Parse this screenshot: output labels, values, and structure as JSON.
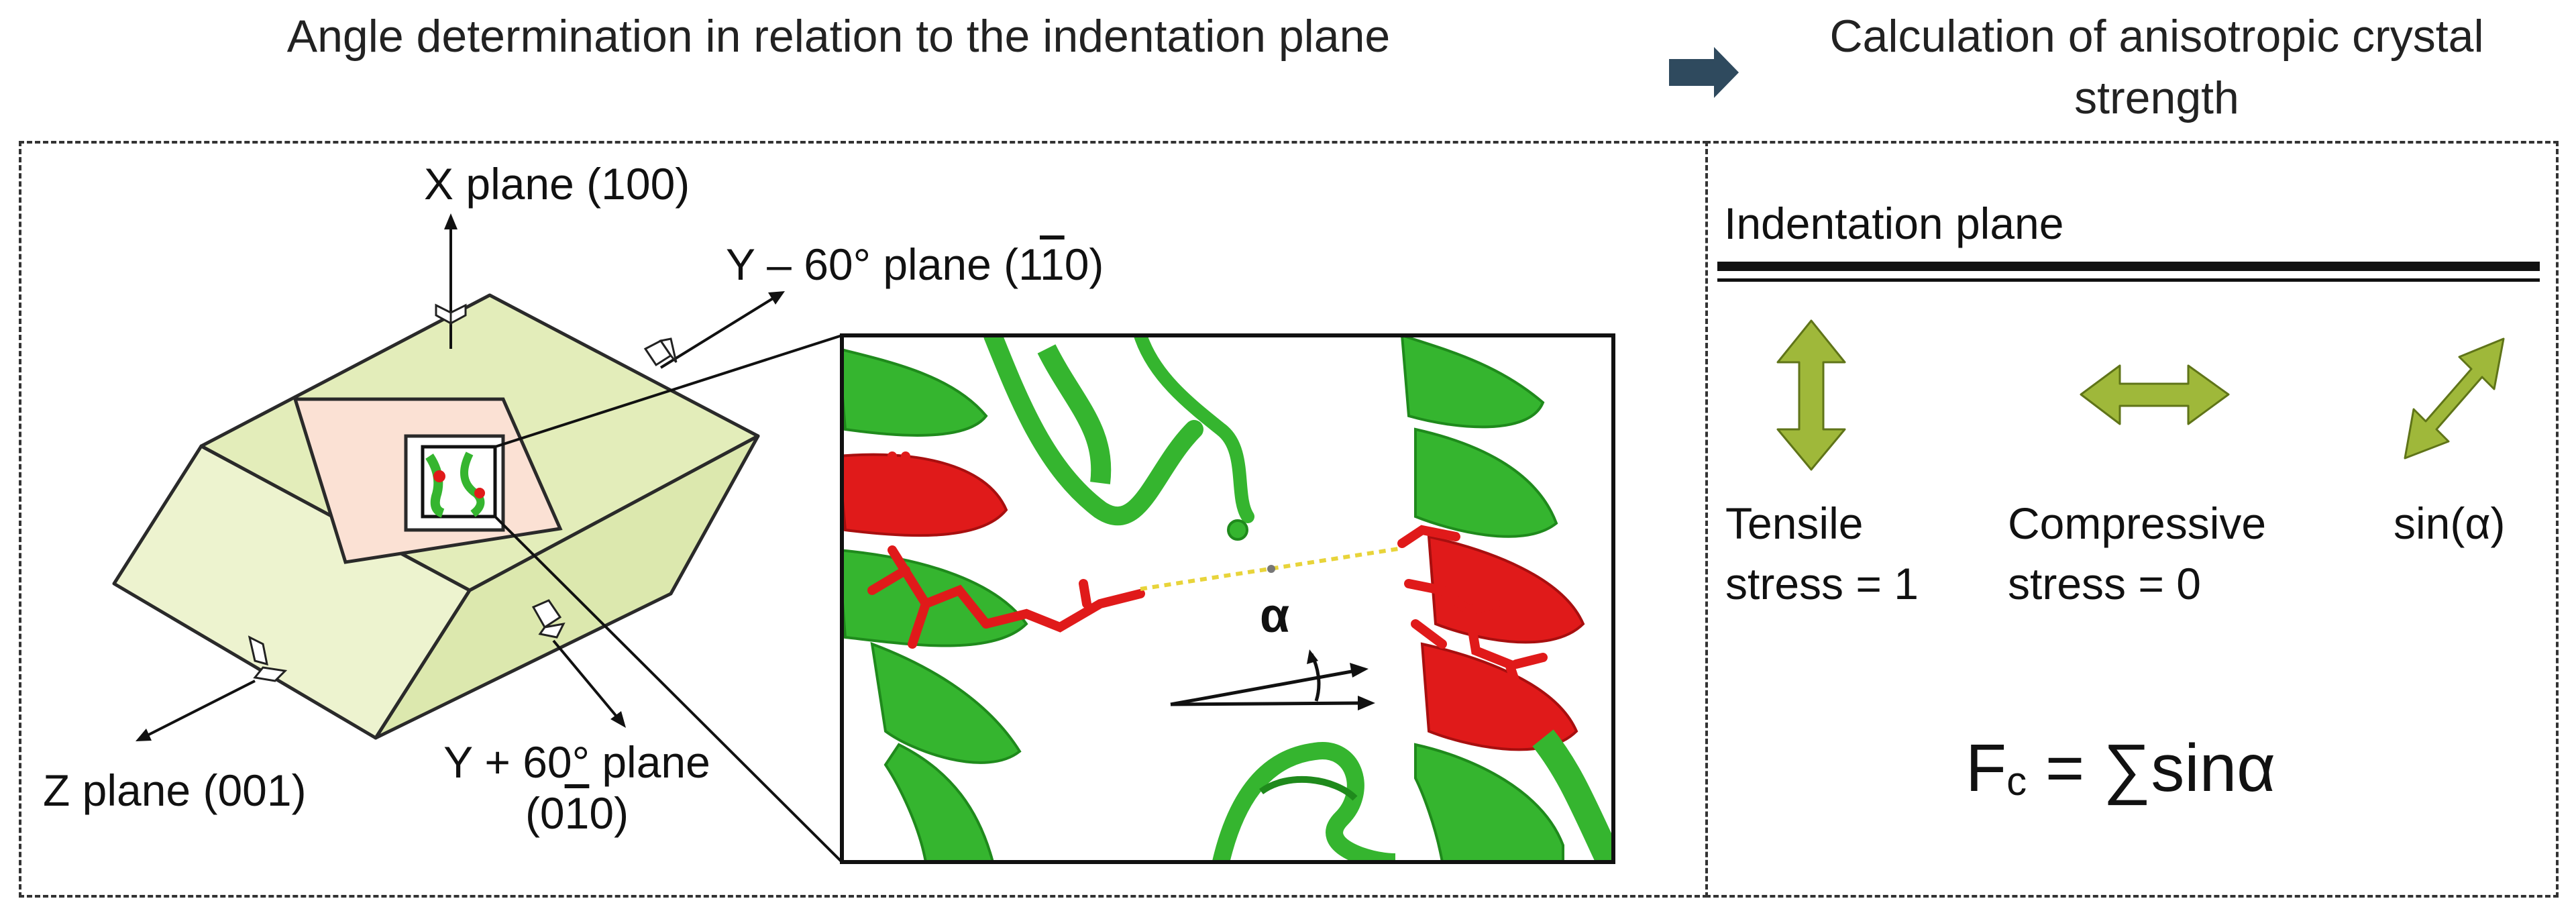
{
  "left_panel": {
    "title": "Angle determination in relation to the indentation plane",
    "labels": {
      "x_plane": "X plane (100)",
      "y_minus_prefix": "Y – 60° plane (1",
      "y_minus_bar": "1",
      "y_minus_suffix": "0)",
      "z_plane": "Z plane (001)",
      "y_plus_line1": "Y + 60° plane",
      "y_plus_prefix": "(0",
      "y_plus_bar": "1",
      "y_plus_suffix": "0)",
      "alpha": "α"
    }
  },
  "right_panel": {
    "title": "Calculation of anisotropic crystal strength",
    "indentation_plane": "Indentation plane",
    "tensile_line1": "Tensile",
    "tensile_line2": "stress = 1",
    "compressive_line1": "Compressive",
    "compressive_line2": "stress = 0",
    "sin_alpha": "sin(α)",
    "formula_main": "F",
    "formula_sub": "c",
    "formula_rest": " = ∑sinα"
  },
  "colors": {
    "crystal_face": "#e6efbe",
    "crystal_edge": "#2a2a2a",
    "pink_face": "#fbe0d2",
    "protein_green": "#35b52f",
    "protein_dark": "#1f8a1c",
    "residue_red": "#e01a1a",
    "arrow_olive": "#9fb83a",
    "flow_arrow": "#2f4a5e"
  }
}
